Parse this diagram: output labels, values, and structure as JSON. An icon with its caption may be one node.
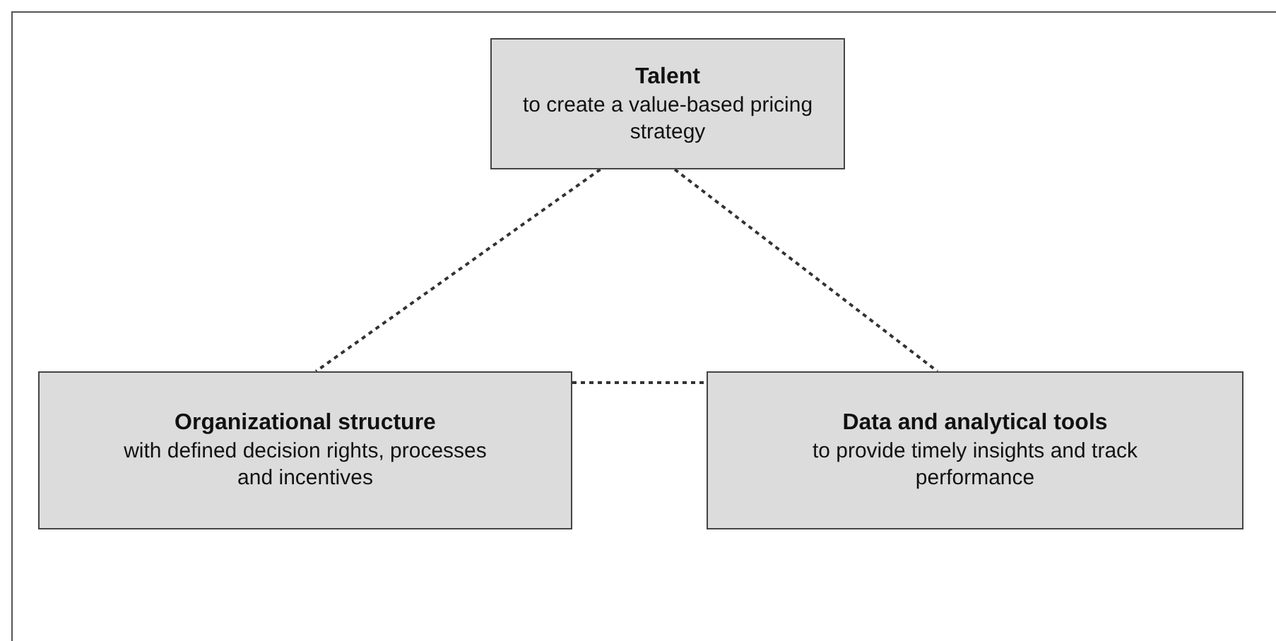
{
  "diagram": {
    "nodes": [
      {
        "text": [
          "Talent",
          "to create a value-based pricing strategy"
        ]
      },
      {
        "text": [
          "Organizational structure",
          "with defined decision rights, processes and incentives"
        ]
      },
      {
        "text": [
          "Data and analytical tools",
          "to provide timely insights and track performance"
        ]
      }
    ],
    "edges": [
      {
        "from": 0,
        "to": 1,
        "arrow": "none",
        "style": "dashed"
      },
      {
        "from": 0,
        "to": 2,
        "arrow": "none",
        "style": "dashed"
      },
      {
        "from": 1,
        "to": 2,
        "arrow": "none",
        "style": "dashed"
      }
    ]
  }
}
